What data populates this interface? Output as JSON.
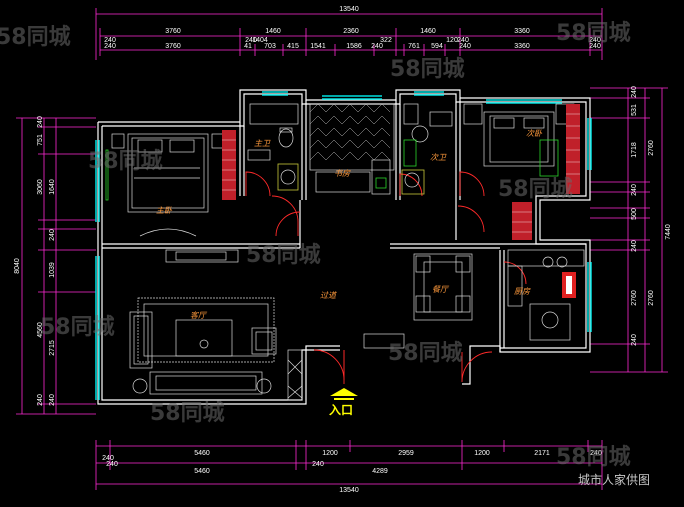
{
  "dimensions": {
    "top_total": "13540",
    "top_row1": [
      "3760",
      "1460",
      "2360",
      "1460",
      "3360"
    ],
    "top_row1_small": [
      "240",
      "240",
      "240",
      "240"
    ],
    "top_row2": [
      "3760",
      "1404",
      "703",
      "415",
      "1541",
      "1586",
      "322",
      "761",
      "594",
      "120",
      "3360",
      "240"
    ],
    "top_row2_small": [
      "240",
      "41",
      "240",
      "240"
    ],
    "bottom_total": "13540",
    "bottom_row1": [
      "240",
      "5460",
      "1200",
      "2959",
      "1200",
      "2171",
      "240"
    ],
    "bottom_row2": [
      "240",
      "5460",
      "240",
      "4289"
    ],
    "left_total": "8040",
    "left_row1": [
      "240",
      "751",
      "3060",
      "1640",
      "240",
      "1039",
      "240"
    ],
    "left_row2": [
      "4560",
      "2715",
      "240"
    ],
    "right_total": "7440",
    "right_row1": [
      "240",
      "531",
      "2760",
      "1718",
      "240",
      "500",
      "240",
      "2760",
      "240"
    ],
    "right_row2": [
      "2760"
    ]
  },
  "rooms": {
    "master_bedroom": "主卧",
    "master_bath": "主卫",
    "study": "书房",
    "second_bath": "次卫",
    "second_bedroom": "次卧",
    "living_room": "客厅",
    "dining": "餐厅",
    "corridor": "过道",
    "kitchen": "厨房"
  },
  "entry_label": "入口",
  "watermark": "58同城",
  "credit": "城市人家供图",
  "colors": {
    "background": "#000000",
    "dimension_lines": "#ff2ad4",
    "walls": "#ffffff",
    "windows": "#00e0e0",
    "doors": "#ff2a2a",
    "room_labels": "#ff9a3c",
    "entry": "#ffff00"
  }
}
